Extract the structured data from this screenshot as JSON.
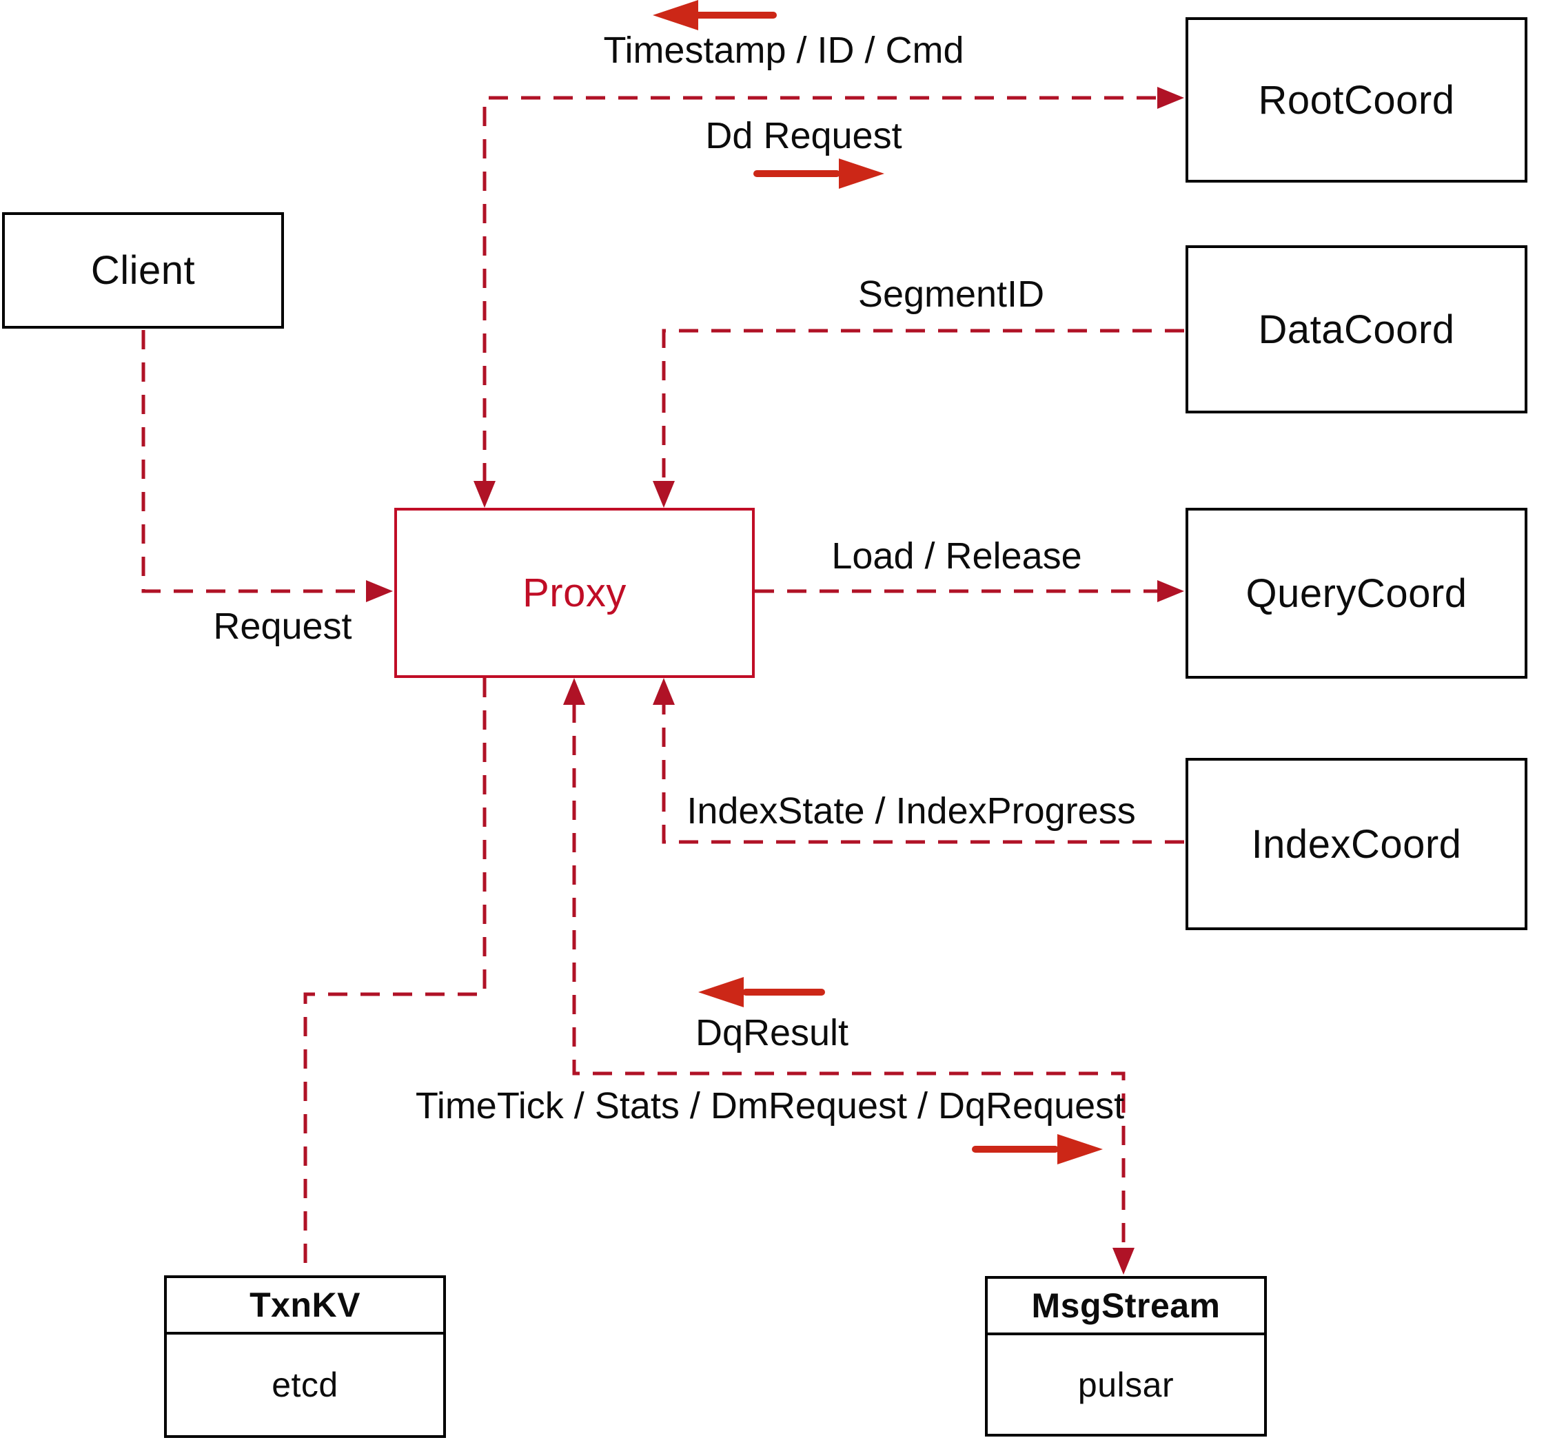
{
  "diagram": {
    "nodes": {
      "client": {
        "label": "Client"
      },
      "proxy": {
        "label": "Proxy"
      },
      "root_coord": {
        "label": "RootCoord"
      },
      "data_coord": {
        "label": "DataCoord"
      },
      "query_coord": {
        "label": "QueryCoord"
      },
      "index_coord": {
        "label": "IndexCoord"
      },
      "txn_kv": {
        "title": "TxnKV",
        "implementation": "etcd"
      },
      "msg_stream": {
        "title": "MsgStream",
        "implementation": "pulsar"
      }
    },
    "edge_labels": {
      "timestamp": "Timestamp / ID / Cmd",
      "dd_request": "Dd Request",
      "segment_id": "SegmentID",
      "request": "Request",
      "load_release": "Load / Release",
      "index_state": "IndexState / IndexProgress",
      "dq_result": "DqResult",
      "time_tick": "TimeTick / Stats / DmRequest / DqRequest"
    },
    "colors": {
      "dashed_line": "#b01226",
      "solid_arrow": "#cc2717",
      "proxy_accent": "#c00d26",
      "box_border": "#000000",
      "background": "#ffffff"
    }
  }
}
